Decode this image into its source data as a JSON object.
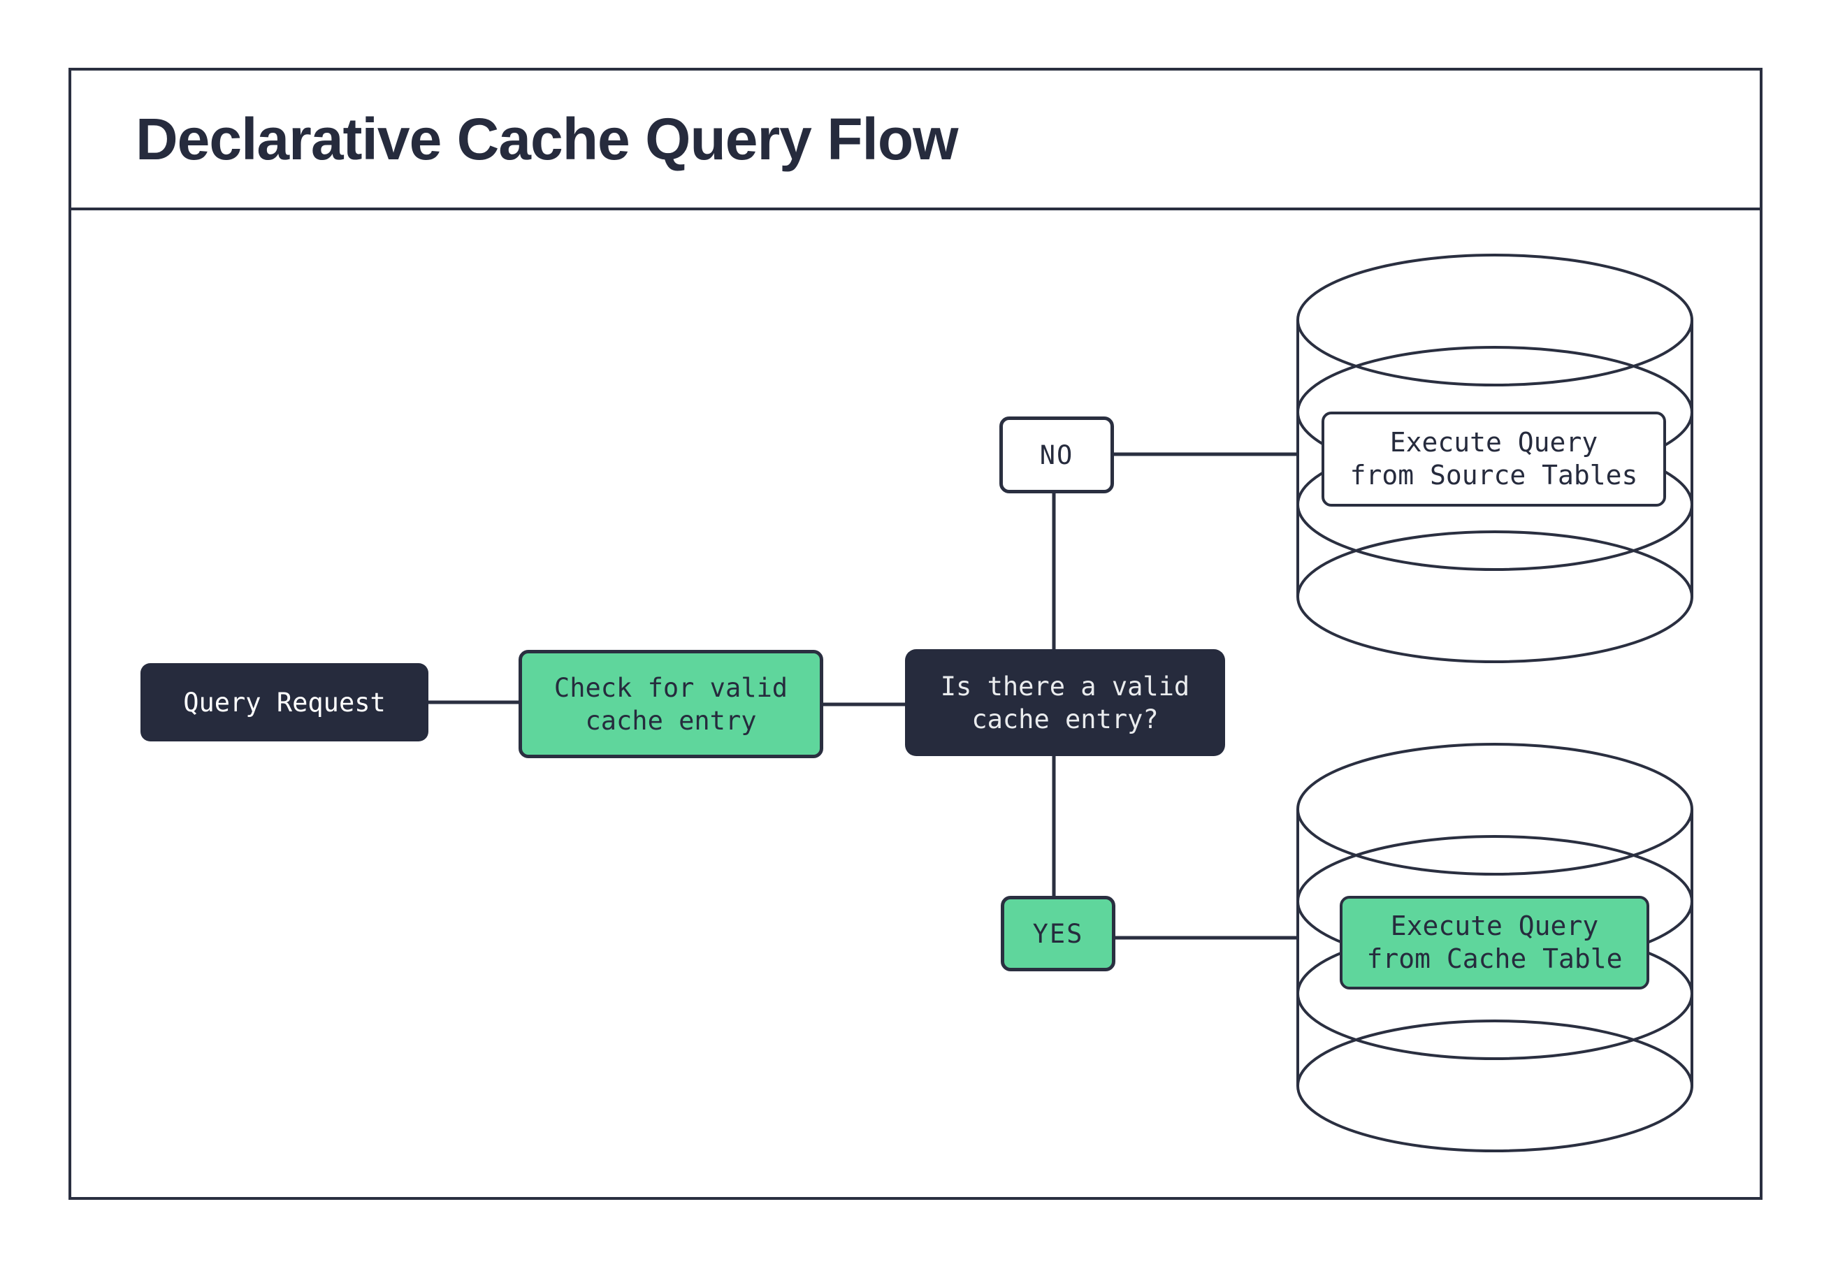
{
  "title": "Declarative Cache Query Flow",
  "colors": {
    "ink": "#2A2F40",
    "node_dark": "#262B3D",
    "accent_green": "#5FD69C",
    "light_text": "#EAECEE",
    "background": "#FFFFFF"
  },
  "flow": {
    "query_request": {
      "label": "Query Request"
    },
    "check_cache": {
      "line1": "Check for valid",
      "line2": "cache entry"
    },
    "decision": {
      "line1": "Is there a valid",
      "line2": "cache entry?"
    },
    "branch_no": {
      "label": "NO"
    },
    "branch_yes": {
      "label": "YES"
    },
    "source_db": {
      "line1": "Execute Query",
      "line2": "from Source Tables"
    },
    "cache_db": {
      "line1": "Execute Query",
      "line2": "from Cache Table"
    }
  }
}
